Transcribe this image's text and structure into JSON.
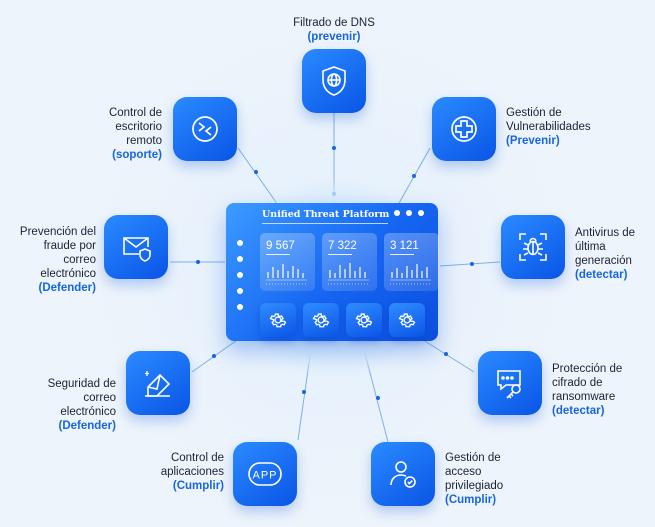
{
  "colors": {
    "accent": "#1766e0",
    "tile_top": "#2a8bff",
    "tile_bottom": "#0a54e6",
    "text": "#1b2234"
  },
  "dashboard": {
    "title": "Unified Threat Platform",
    "cards": [
      {
        "value": "9 567"
      },
      {
        "value": "7 322"
      },
      {
        "value": "3 121"
      }
    ]
  },
  "nodes": [
    {
      "id": "dns",
      "text": "Filtrado de DNS",
      "action": "(prevenir)",
      "icon": "shield-globe-icon"
    },
    {
      "id": "vuln",
      "text": "Gestión de\nVulnerabilidades",
      "action": "(Prevenir)",
      "icon": "medical-cross-icon"
    },
    {
      "id": "antivirus",
      "text": "Antivirus de\núltima\ngeneración",
      "action": "(detectar)",
      "icon": "bug-scan-icon"
    },
    {
      "id": "ransomware",
      "text": "Protección de\ncifrado de\nransomware",
      "action": "(detectar)",
      "icon": "key-chat-icon"
    },
    {
      "id": "access",
      "text": "Gestión de\nacceso\nprivilegiado",
      "action": "(Cumplir)",
      "icon": "user-check-icon"
    },
    {
      "id": "apps",
      "text": "Control de\naplicaciones",
      "action": "(Cumplir)",
      "icon": "app-icon"
    },
    {
      "id": "email",
      "text": "Seguridad de\ncorreo\nelectrónico",
      "action": "(Defender)",
      "icon": "envelope-cursor-icon"
    },
    {
      "id": "fraud",
      "text": "Prevención del\nfraude por\ncorreo\nelectrónico",
      "action": "(Defender)",
      "icon": "mail-shield-icon"
    },
    {
      "id": "remote",
      "text": "Control de\nescritorio\nremoto",
      "action": "(soporte)",
      "icon": "remote-arrows-icon"
    }
  ]
}
